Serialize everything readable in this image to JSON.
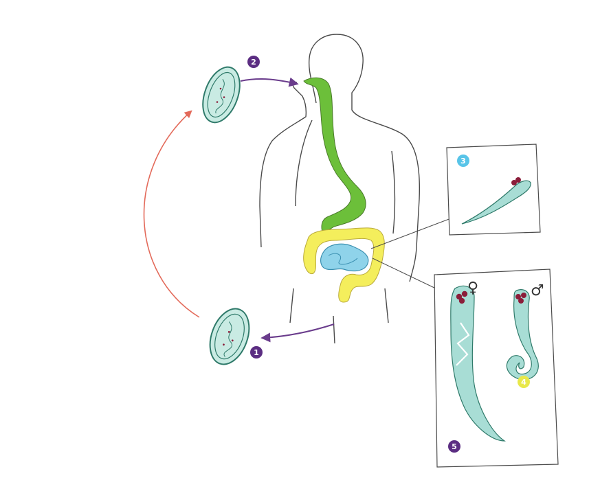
{
  "diagram": {
    "steps": [
      {
        "label": "1",
        "color": "#5b2d82"
      },
      {
        "label": "2",
        "color": "#5b2d82"
      },
      {
        "label": "3",
        "color": "#58c4e8"
      },
      {
        "label": "4",
        "color": "#e8e84a"
      },
      {
        "label": "5",
        "color": "#5b2d82"
      }
    ],
    "female_symbol": "♀",
    "male_symbol": "♂",
    "colors": {
      "esophagus_stomach": "#6cbf3a",
      "large_intestine": "#f4ee5c",
      "small_intestine": "#8fd3ea",
      "worm": "#a8ddd5",
      "egg": "#c9ebe3",
      "worm_head_spots": "#8b1d3a",
      "arrow_purple": "#6a3c8c",
      "arrow_red": "#e36a5a",
      "outline": "#4a4a4a"
    }
  }
}
